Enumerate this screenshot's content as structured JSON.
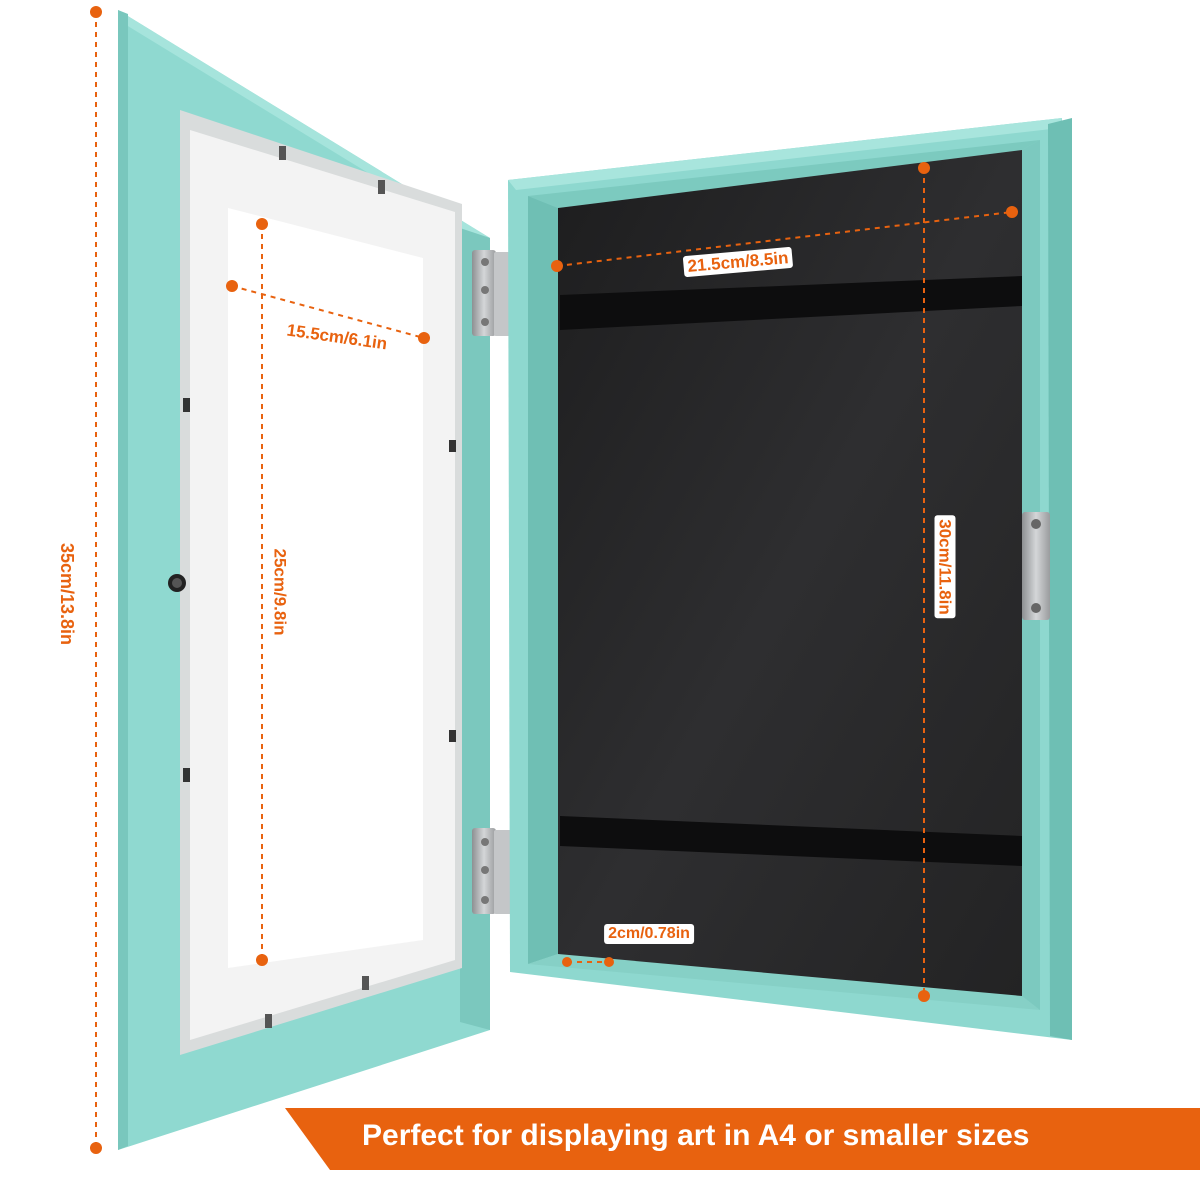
{
  "dimensions": {
    "overall_height": "35cm/13.8in",
    "mat_width": "15.5cm/6.1in",
    "mat_height": "25cm/9.8in",
    "inner_width": "21.5cm/8.5in",
    "inner_height": "30cm/11.8in",
    "depth": "2cm/0.78in"
  },
  "banner": {
    "text": "Perfect for displaying art in A4 or smaller sizes"
  },
  "colors": {
    "frame": "#8ed8cf",
    "frame_dark": "#6fc0b6",
    "mat": "#f4f4f4",
    "backing": "#2b2b2c",
    "accent": "#e8620f",
    "hinge": "#b7b9bb"
  }
}
